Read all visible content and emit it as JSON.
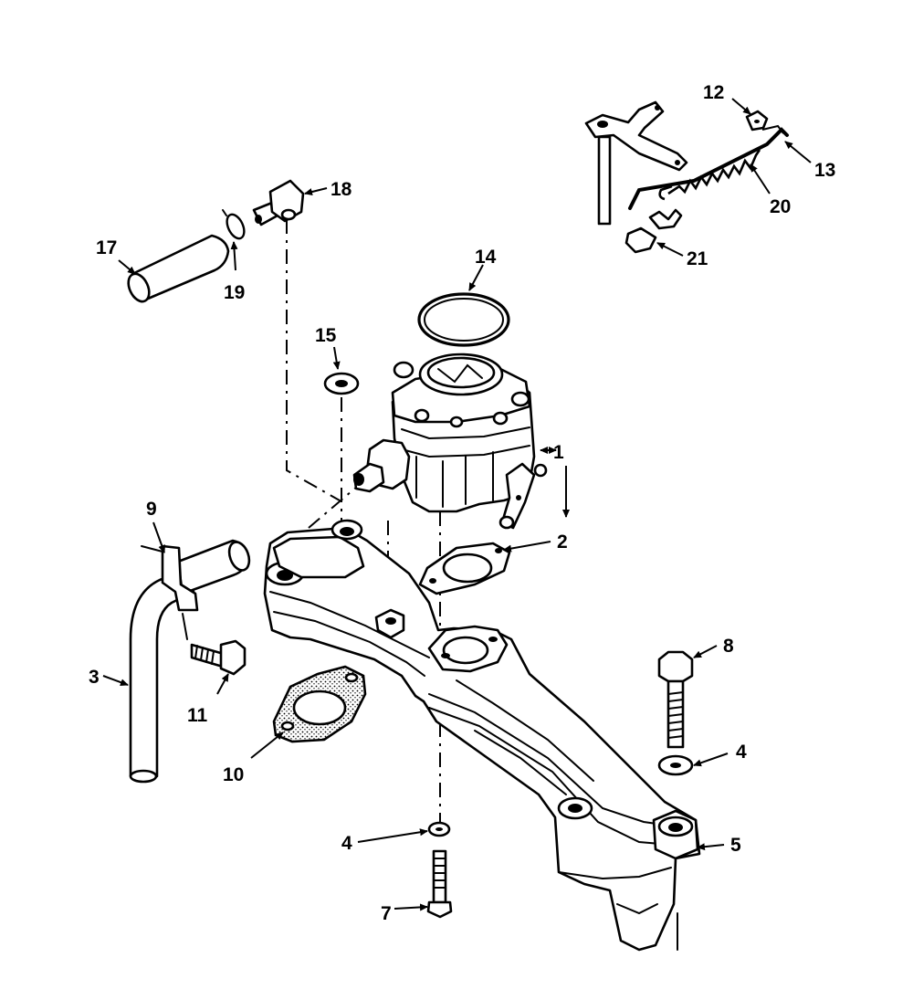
{
  "diagram": {
    "callouts": {
      "c1": "1",
      "c2": "2",
      "c3": "3",
      "c4a": "4",
      "c4b": "4",
      "c5": "5",
      "c7": "7",
      "c8": "8",
      "c9": "9",
      "c10": "10",
      "c11": "11",
      "c12": "12",
      "c13": "13",
      "c14": "14",
      "c15": "15",
      "c17": "17",
      "c18": "18",
      "c19": "19",
      "c20": "20",
      "c21": "21"
    }
  }
}
